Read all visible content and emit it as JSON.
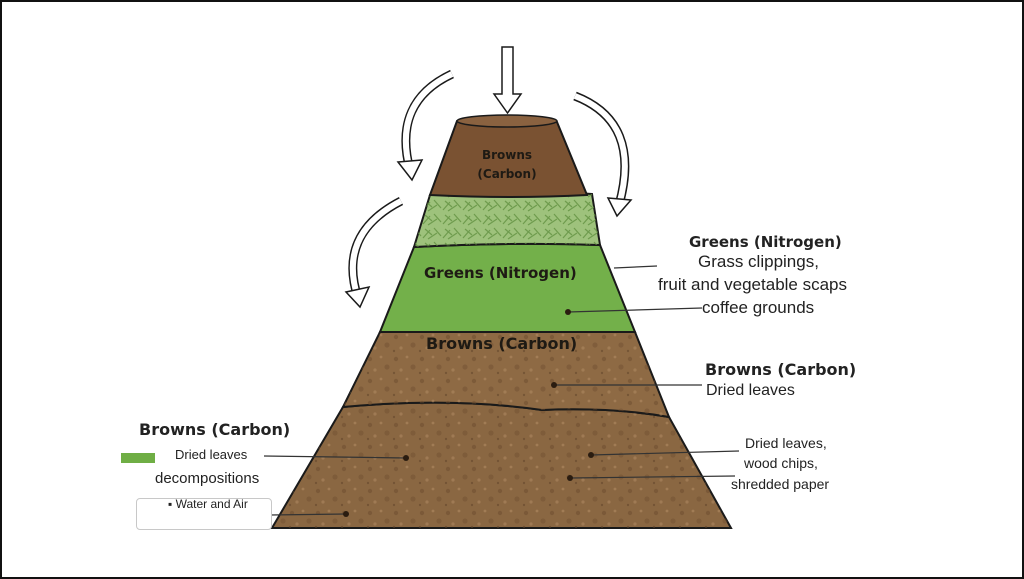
{
  "colors": {
    "brown_cap": "#7a5232",
    "greens_texture": "#9ec27c",
    "greens_band": "#73b04a",
    "brown_middle": "#8e6a44",
    "brown_bottom": "#8a6742",
    "legend_swatch": "#6fae45",
    "outline": "#1a1a1a"
  },
  "icons": [
    "down-arrow-icon",
    "curved-arrow-icon"
  ],
  "layers": {
    "top": "Browns\n(Carbon)",
    "greens": "Greens (Nitrogen)",
    "middle": "Browns (Carbon)"
  },
  "annotations": {
    "greens": {
      "title": "Greens (Nitrogen)",
      "line1": "Grass clippings,",
      "line2": "fruit and vegetable scaps",
      "line3": "coffee grounds"
    },
    "browns_mid": {
      "title": "Browns (Carbon)",
      "line1": "Dried leaves"
    },
    "browns_bottom": {
      "line1": "Dried leaves,",
      "line2": "wood chips,",
      "line3": "shredded paper"
    }
  },
  "legend": {
    "title": "Browns (Carbon)",
    "item1": "Dried leaves",
    "item2": "decompositions",
    "item3": "▪ Water and Air"
  }
}
